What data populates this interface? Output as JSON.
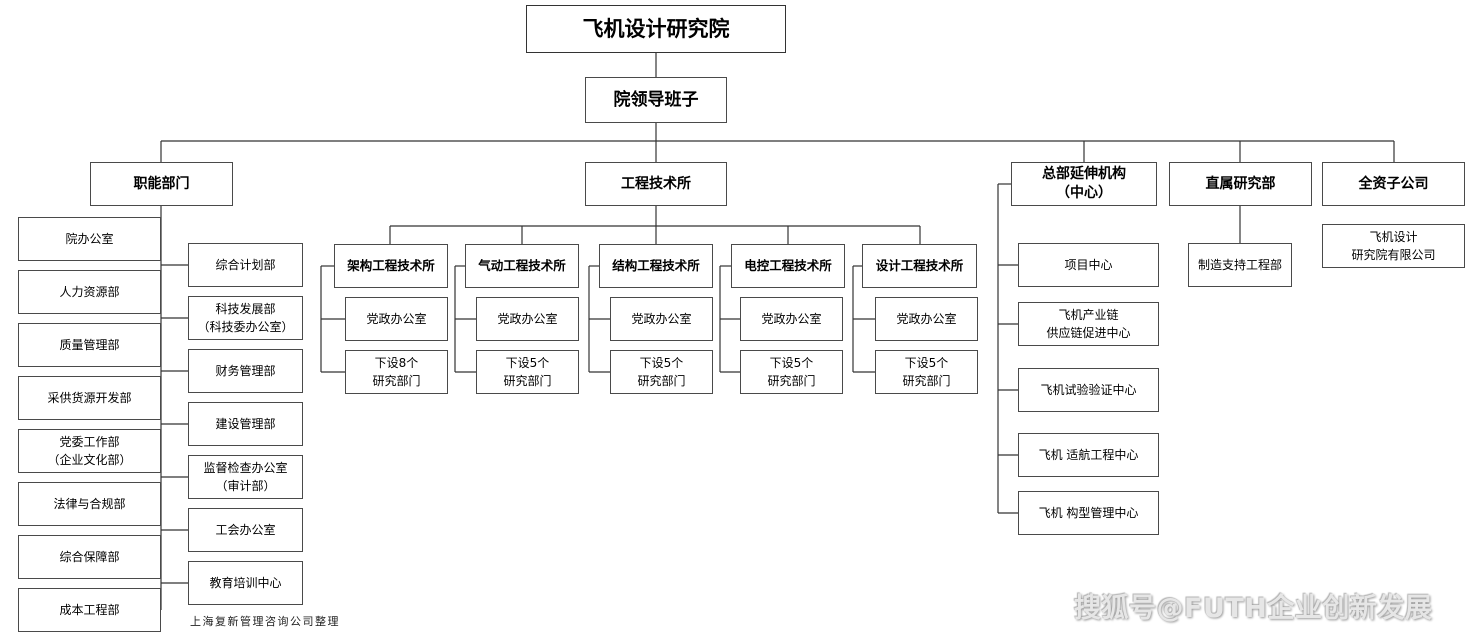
{
  "top": {
    "title": "飞机设计研究院",
    "leadership": "院领导班子"
  },
  "functional": {
    "title": "职能部门",
    "left": [
      "院办公室",
      "人力资源部",
      "质量管理部",
      "采供货源开发部",
      "党委工作部\n（企业文化部）",
      "法律与合规部",
      "综合保障部",
      "成本工程部"
    ],
    "right": [
      "综合计划部",
      "科技发展部\n（科技委办公室）",
      "财务管理部",
      "建设管理部",
      "监督检查办公室\n（审计部）",
      "工会办公室",
      "教育培训中心"
    ]
  },
  "engineering": {
    "title": "工程技术所",
    "institutes": [
      {
        "name": "架构工程技术所",
        "office": "党政办公室",
        "sub": "下设8个\n研究部门"
      },
      {
        "name": "气动工程技术所",
        "office": "党政办公室",
        "sub": "下设5个\n研究部门"
      },
      {
        "name": "结构工程技术所",
        "office": "党政办公室",
        "sub": "下设5个\n研究部门"
      },
      {
        "name": "电控工程技术所",
        "office": "党政办公室",
        "sub": "下设5个\n研究部门"
      },
      {
        "name": "设计工程技术所",
        "office": "党政办公室",
        "sub": "下设5个\n研究部门"
      }
    ]
  },
  "extension": {
    "title": "总部延伸机构\n（中心）",
    "items": [
      "项目中心",
      "飞机产业链\n供应链促进中心",
      "飞机试验验证中心",
      "飞机 适航工程中心",
      "飞机 构型管理中心"
    ]
  },
  "direct": {
    "title": "直属研究部",
    "items": [
      "制造支持工程部"
    ]
  },
  "subsidiary": {
    "title": "全资子公司",
    "items": [
      "飞机设计\n研究院有限公司"
    ]
  },
  "credit": "上海复新管理咨询公司整理",
  "watermark": "搜狐号@FUTH企业创新发展"
}
